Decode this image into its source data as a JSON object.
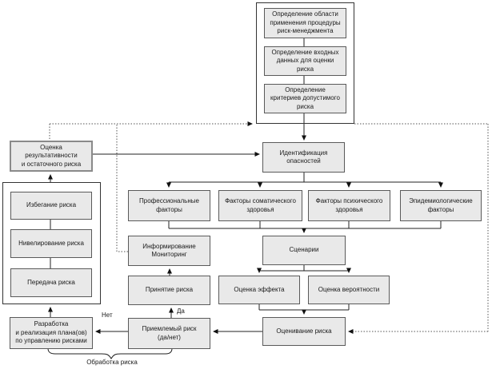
{
  "diagram": {
    "type": "flowchart",
    "language": "ru",
    "topic": "risk-management procedure",
    "nodes": {
      "scope_definition": "Определение области\nприменения процедуры\nриск-менеджмента",
      "input_data_definition": "Определение входных\nданных для оценки\nриска",
      "criteria_definition": "Определение\nкритериев допустимого\nриска",
      "effectiveness_evaluation": "Оценка\nрезультативности\nи остаточного риска",
      "hazard_identification": "Идентификация\nопасностей",
      "risk_avoidance": "Избегание риска",
      "risk_leveling": "Нивелирование риска",
      "risk_transfer": "Передача риска",
      "professional_factors": "Профессиональные\nфакторы",
      "somatic_factors": "Факторы соматического\nздоровья",
      "psychic_factors": "Факторы психического\nздоровья",
      "epidemiological_factors": "Эпидемиологические\nфакторы",
      "informing_monitoring": "Информирование\nМониторинг",
      "scenarios": "Сценарии",
      "risk_acceptance": "Принятие риска",
      "effect_assessment": "Оценка эффекта",
      "probability_assessment": "Оценка вероятности",
      "acceptable_risk": "Приемлемый риск\n(да/нет)",
      "risk_evaluation": "Оценивание риска",
      "plan_development": "Разработка\nи реализация плана(ов)\nпо управлению рисками"
    },
    "labels": {
      "yes": "Да",
      "no": "Нет",
      "risk_treatment": "Обработка риска"
    },
    "colors": {
      "node_fill": "#e9e9e9",
      "node_border": "#5a5a5a",
      "line": "#222222",
      "dotted_line": "#555555"
    }
  }
}
